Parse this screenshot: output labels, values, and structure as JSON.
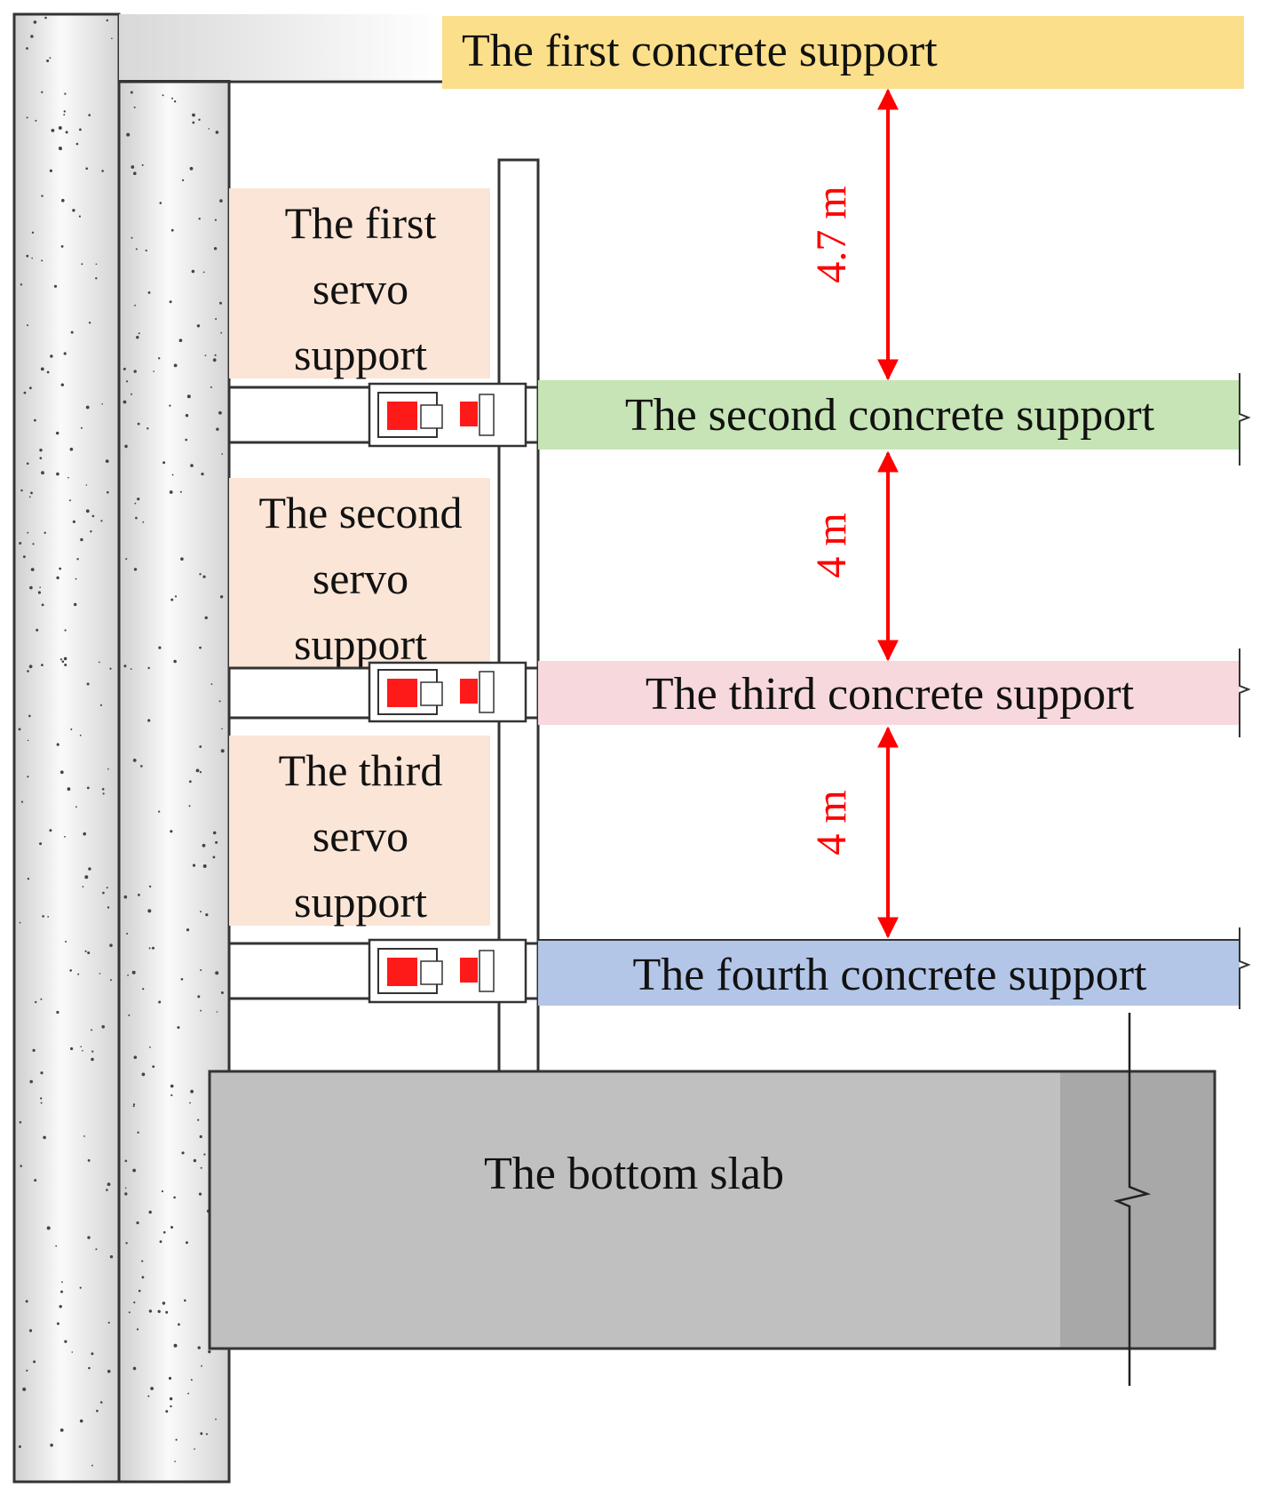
{
  "concrete_supports": [
    {
      "label": "The first concrete support",
      "color": "#FBDF8A"
    },
    {
      "label": "The second concrete support",
      "color": "#C6E4B5"
    },
    {
      "label": "The third concrete support",
      "color": "#F7D8DC"
    },
    {
      "label": "The fourth concrete support",
      "color": "#B3C6E7"
    }
  ],
  "servo_supports": [
    {
      "line1": "The first",
      "line2": "servo",
      "line3": "support"
    },
    {
      "line1": "The second",
      "line2": "servo",
      "line3": "support"
    },
    {
      "line1": "The third",
      "line2": "servo",
      "line3": "support"
    }
  ],
  "servo_label_color": "#FBE5D6",
  "spacings": [
    "4.7 m",
    "4 m",
    "4 m"
  ],
  "dimension_color": "#FF0000",
  "bottom_slab": {
    "label": "The bottom slab",
    "color": "#C0C0C0",
    "shade": "#A8A8A8"
  },
  "wall_color": "#E0E0E0"
}
